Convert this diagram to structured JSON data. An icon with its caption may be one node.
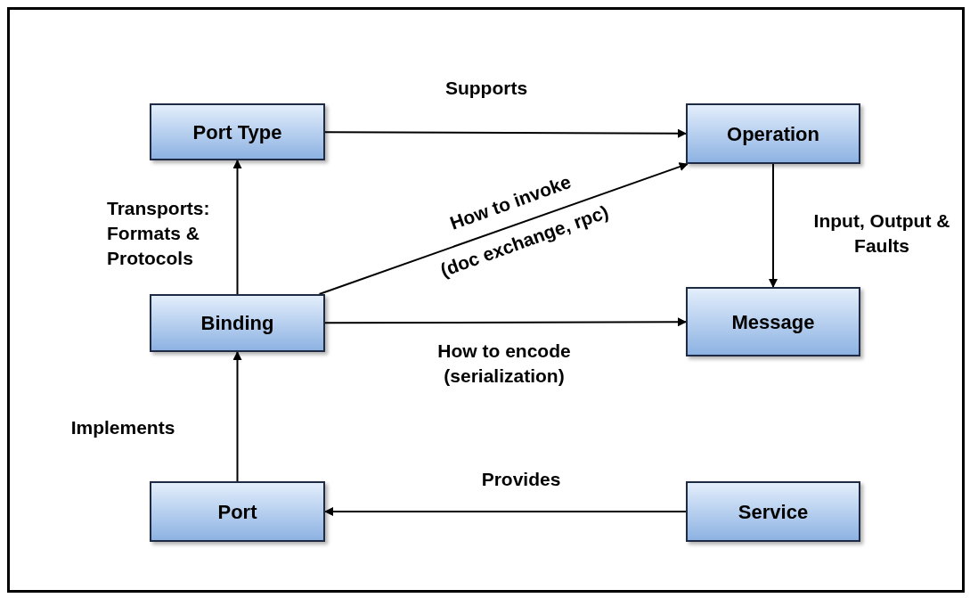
{
  "diagram": {
    "nodes": [
      {
        "text": [
          "Port Type"
        ]
      },
      {
        "text": [
          "Operation"
        ]
      },
      {
        "text": [
          "Binding"
        ]
      },
      {
        "text": [
          "Message"
        ]
      },
      {
        "text": [
          "Port"
        ]
      },
      {
        "text": [
          "Service"
        ]
      }
    ],
    "edges": [
      {
        "from": 0,
        "to": 1,
        "arrow": "to",
        "label": "Supports"
      },
      {
        "from": 2,
        "to": 0,
        "arrow": "to",
        "label": "Transports: Formats & Protocols"
      },
      {
        "from": 2,
        "to": 1,
        "arrow": "to",
        "label": "How to invoke (doc exchange, rpc)"
      },
      {
        "from": 1,
        "to": 3,
        "arrow": "to",
        "label": "Input, Output & Faults"
      },
      {
        "from": 2,
        "to": 3,
        "arrow": "to",
        "label": "How to encode (serialization)"
      },
      {
        "from": 4,
        "to": 2,
        "arrow": "to",
        "label": "Implements"
      },
      {
        "from": 5,
        "to": 4,
        "arrow": "to",
        "label": "Provides"
      }
    ]
  }
}
